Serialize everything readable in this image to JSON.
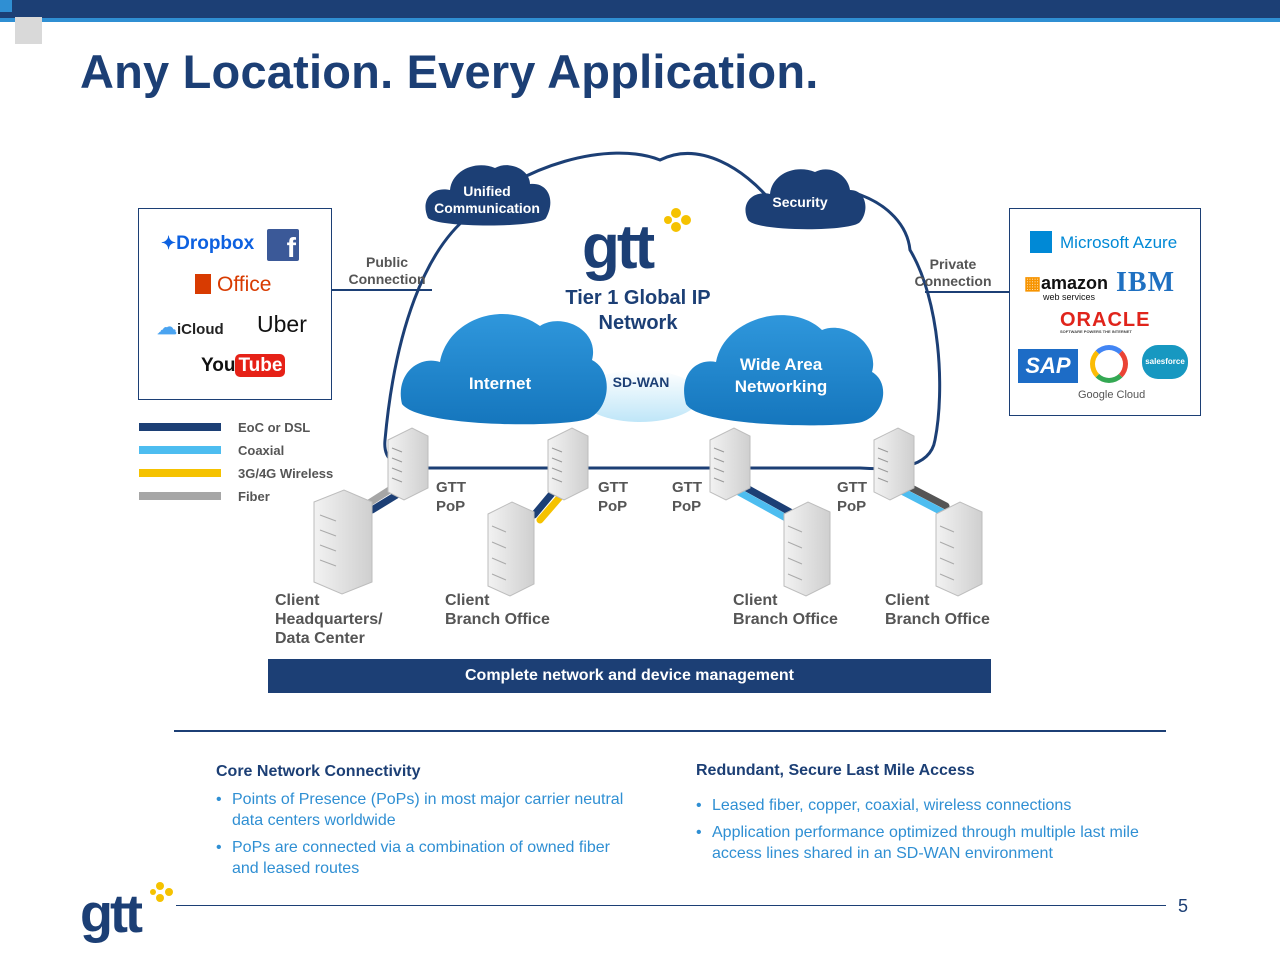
{
  "title": "Any Location. Every Application.",
  "clouds": {
    "unified": "Unified",
    "communication": "Communication",
    "security": "Security",
    "internet": "Internet",
    "sdwan": "SD-WAN",
    "wan_line1": "Wide Area",
    "wan_line2": "Networking"
  },
  "center": {
    "brand": "gtt",
    "tier_line1": "Tier 1 Global IP",
    "tier_line2": "Network"
  },
  "connections": {
    "public_line1": "Public",
    "public_line2": "Connection",
    "private_line1": "Private",
    "private_line2": "Connection"
  },
  "left_logos": [
    "Dropbox",
    "f",
    "Office",
    "iCloud",
    "Uber",
    "You",
    "Tube"
  ],
  "right_logos": [
    "Microsoft Azure",
    "amazon",
    "web services",
    "IBM",
    "ORACLE",
    "SOFTWARE POWERS THE INTERNET",
    "SAP",
    "salesforce",
    "Google Cloud"
  ],
  "legend": [
    {
      "label": "EoC or DSL",
      "color": "#1c3f75"
    },
    {
      "label": "Coaxial",
      "color": "#4dbdf0"
    },
    {
      "label": "3G/4G Wireless",
      "color": "#f5c200"
    },
    {
      "label": "Fiber",
      "color": "#a6a6a6"
    }
  ],
  "pops": [
    {
      "line1": "GTT",
      "line2": "PoP"
    },
    {
      "line1": "GTT",
      "line2": "PoP"
    },
    {
      "line1": "GTT",
      "line2": "PoP"
    },
    {
      "line1": "GTT",
      "line2": "PoP"
    }
  ],
  "clients": [
    {
      "line1": "Client",
      "line2": "Headquarters/",
      "line3": "Data Center"
    },
    {
      "line1": "Client",
      "line2": "Branch Office"
    },
    {
      "line1": "Client",
      "line2": "Branch Office"
    },
    {
      "line1": "Client",
      "line2": "Branch Office"
    }
  ],
  "management": "Complete network and device management",
  "core": {
    "title": "Core Network Connectivity",
    "bullets": [
      "Points of Presence (PoPs) in most major carrier neutral data centers worldwide",
      "PoPs are connected via a combination of owned fiber and leased routes"
    ]
  },
  "redundant": {
    "title": "Redundant, Secure Last Mile Access",
    "bullets": [
      "Leased fiber, copper, coaxial, wireless connections",
      "Application performance optimized through multiple last mile access lines shared in an SD-WAN environment"
    ]
  },
  "footer_brand": "gtt",
  "page_number": "5",
  "colors": {
    "navy": "#1c3f75",
    "accent_blue": "#2f8fd3",
    "gold": "#f5c200"
  }
}
